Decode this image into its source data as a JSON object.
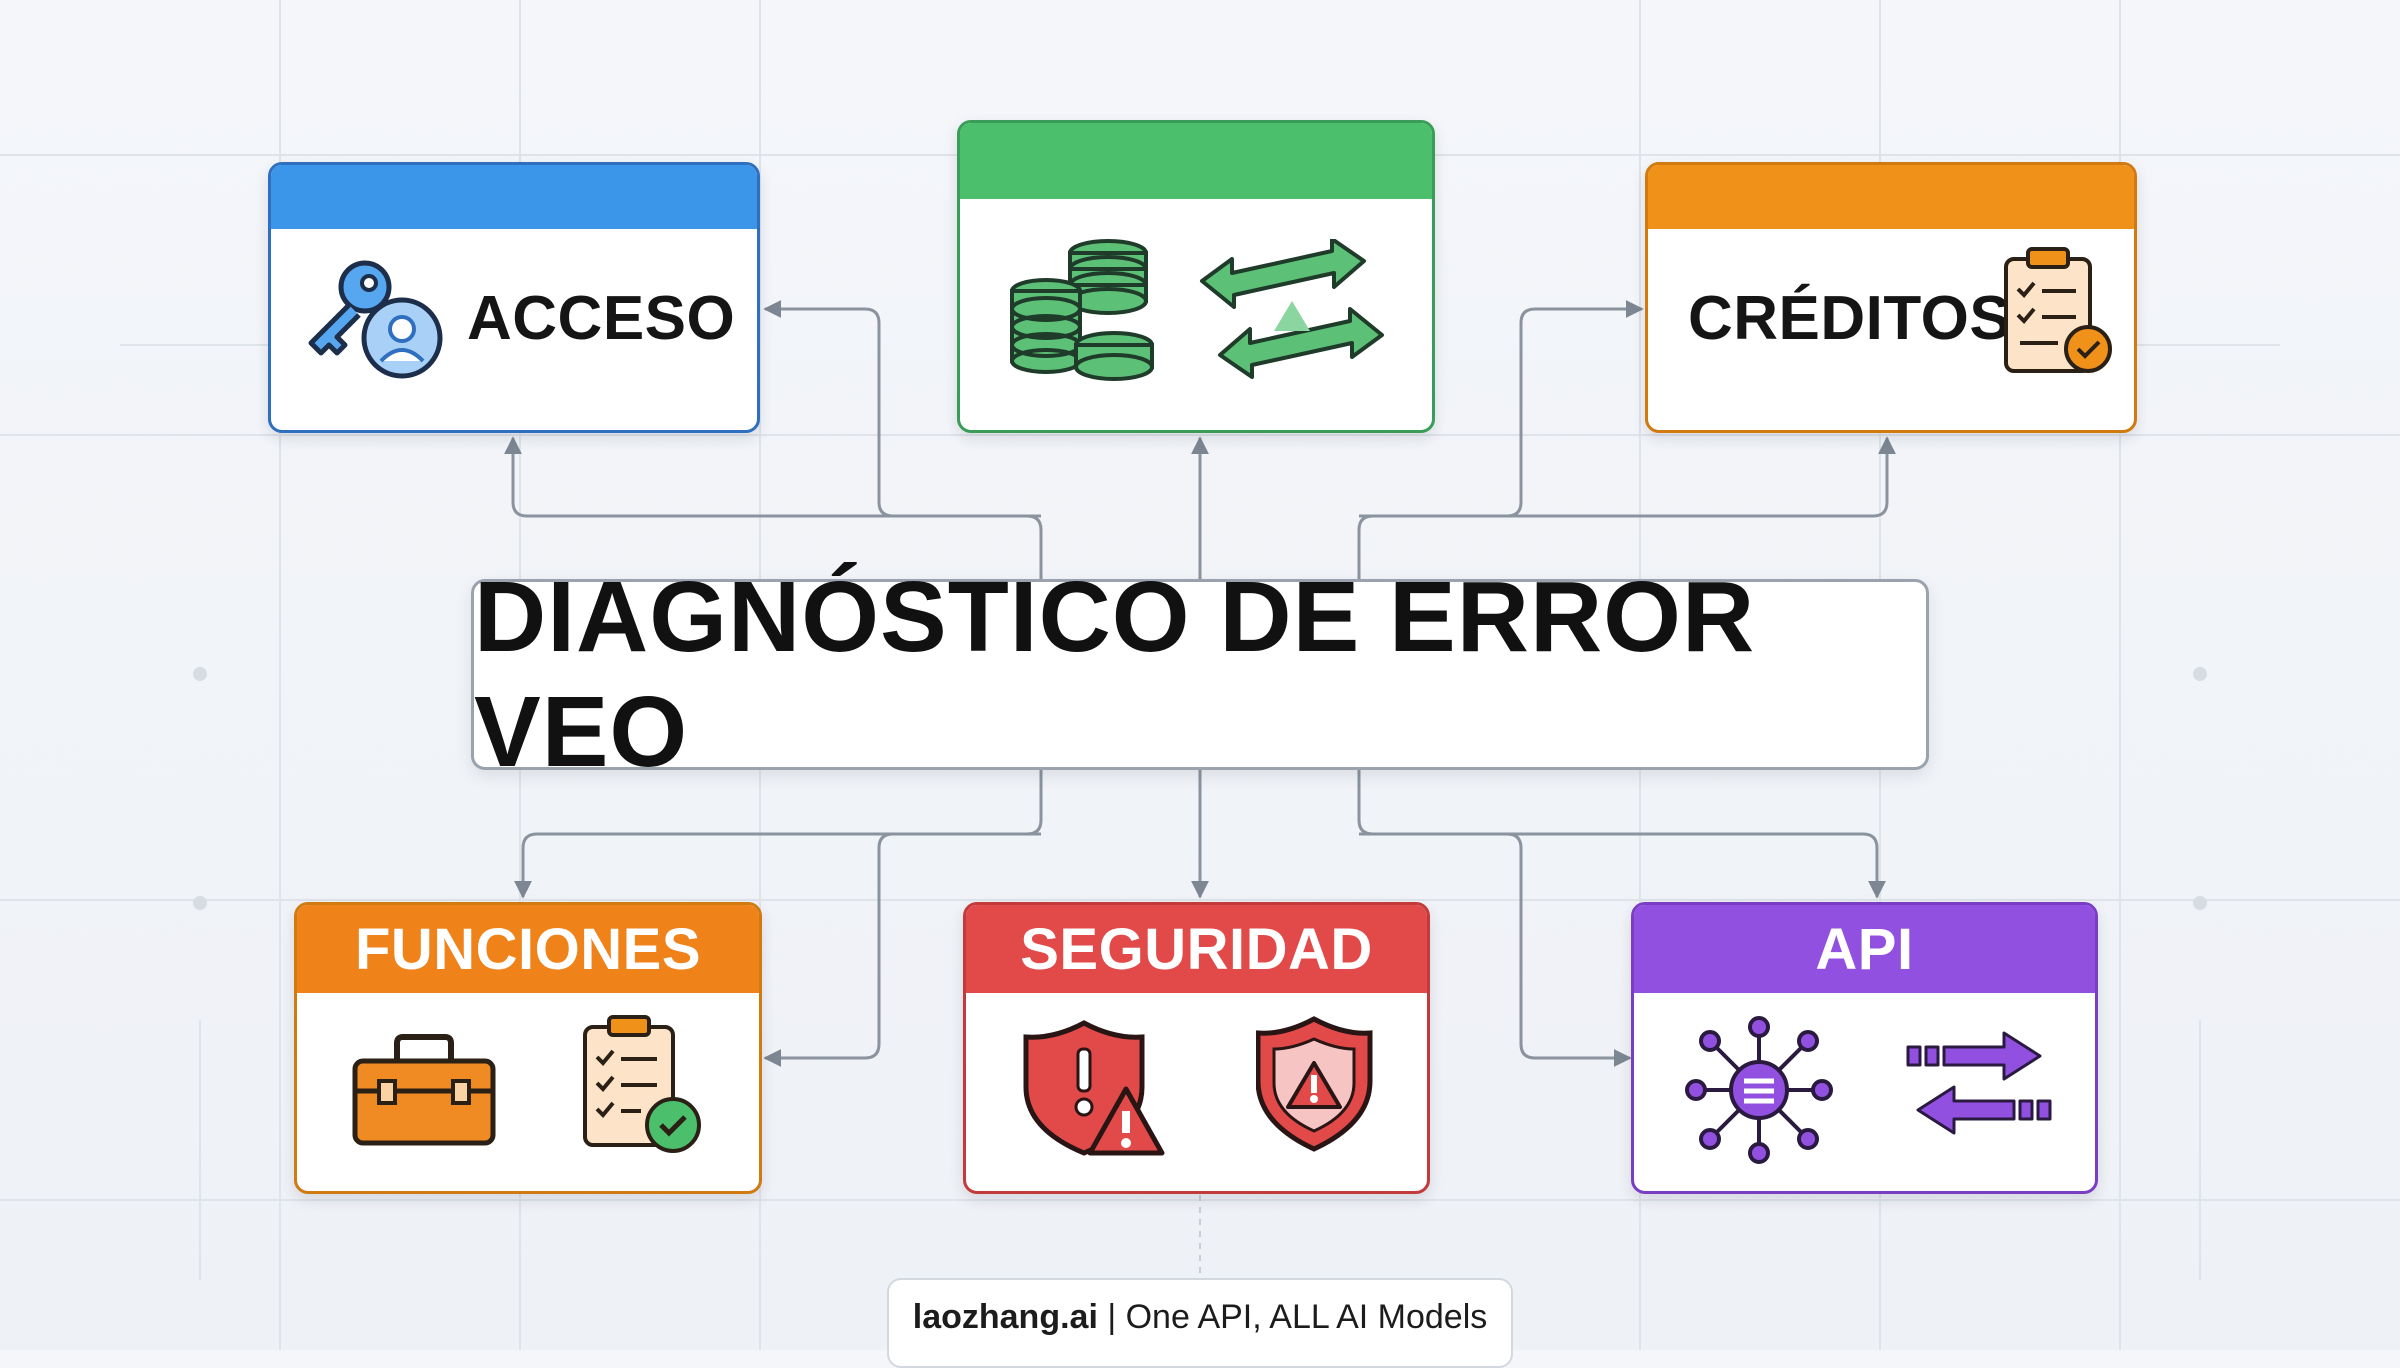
{
  "title": "DIAGNÓSTICO DE ERROR VEO",
  "cards": {
    "acceso": {
      "label": "ACCESO",
      "color": "#3b95e8",
      "icons": [
        "key-icon",
        "user-icon"
      ]
    },
    "green": {
      "label": "",
      "color": "#4bbf6b",
      "icons": [
        "coins-icon",
        "exchange-arrows-icon"
      ]
    },
    "creditos": {
      "label": "CRÉDITOS",
      "color": "#f0921a",
      "icons": [
        "checklist-clipboard-icon"
      ]
    },
    "funciones": {
      "label": "FUNCIONES",
      "color": "#f0821a",
      "icons": [
        "toolbox-icon",
        "checklist-clipboard-icon"
      ]
    },
    "seguridad": {
      "label": "SEGURIDAD",
      "color": "#e24a4a",
      "icons": [
        "shield-alert-icon",
        "shield-warning-icon"
      ]
    },
    "api": {
      "label": "API",
      "color": "#9150e0",
      "icons": [
        "network-hub-icon",
        "bidirectional-arrows-icon"
      ]
    }
  },
  "footer": {
    "brand": "laozhang.ai",
    "tagline": " | One API, ALL AI Models"
  }
}
